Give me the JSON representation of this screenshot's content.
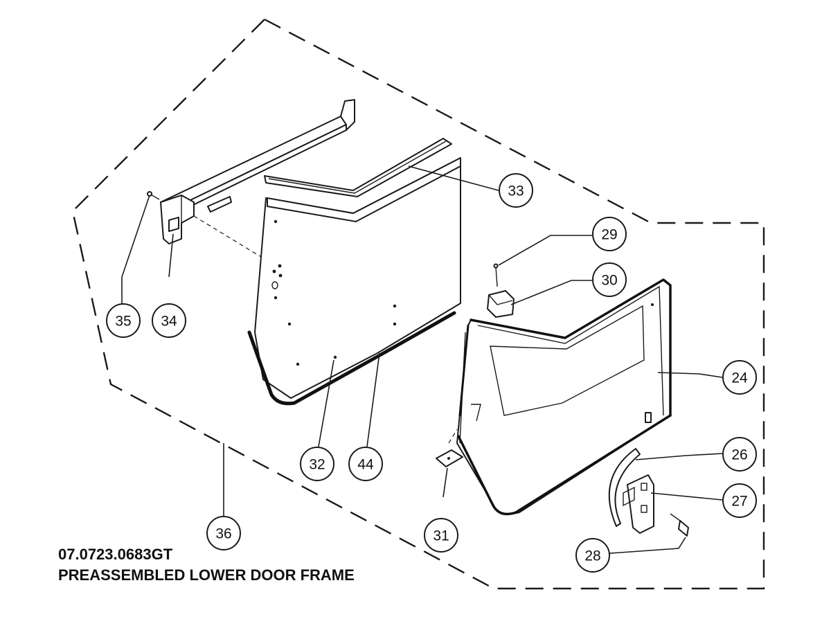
{
  "caption": {
    "part_number": "07.0723.0683GT",
    "description": "PREASSEMBLED LOWER DOOR FRAME"
  },
  "callouts": {
    "c24": "24",
    "c26": "26",
    "c27": "27",
    "c28": "28",
    "c29": "29",
    "c30": "30",
    "c31": "31",
    "c32": "32",
    "c33": "33",
    "c34": "34",
    "c35": "35",
    "c36": "36",
    "c44": "44"
  },
  "colors": {
    "line": "#1a1a1a",
    "background": "#ffffff"
  }
}
